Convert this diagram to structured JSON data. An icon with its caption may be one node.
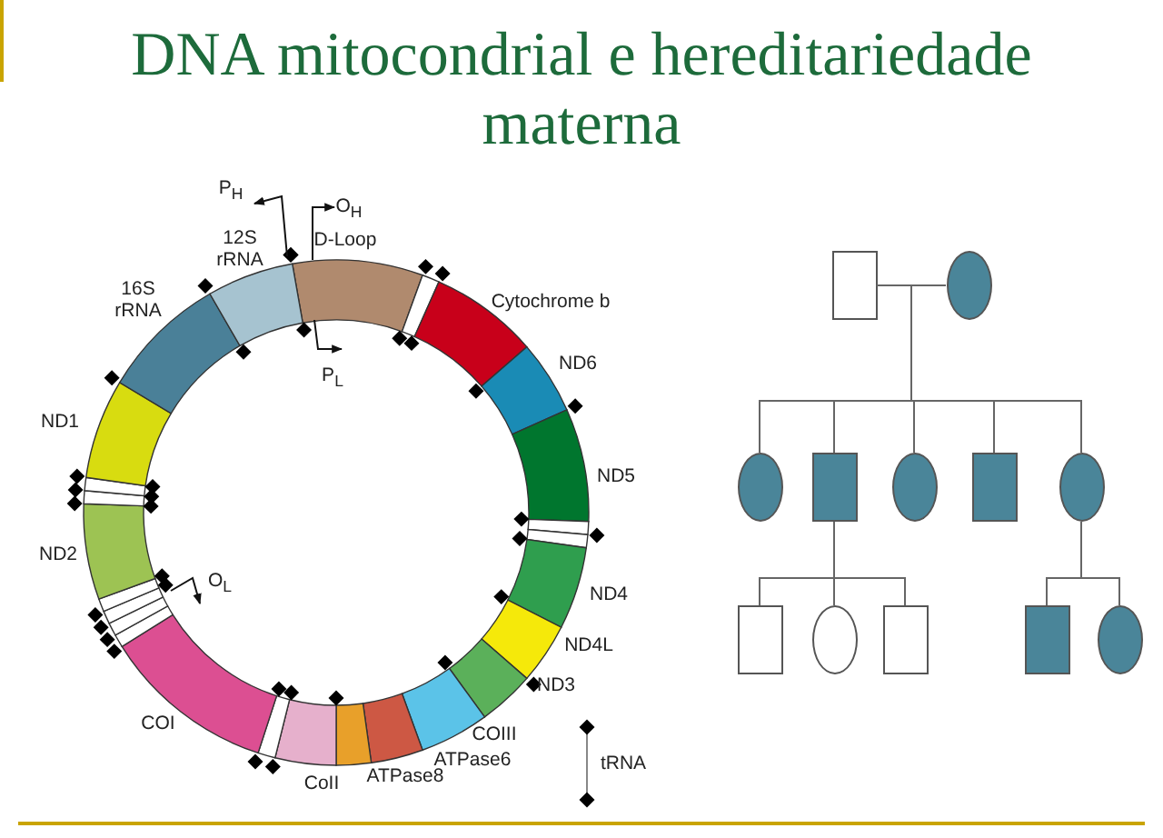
{
  "diagram": {
    "title": "DNA mitocondrial e hereditariedade materna",
    "nodes": [
      {
        "text": [],
        "shape": "box"
      },
      {
        "text": [],
        "shape": "circle"
      },
      {
        "text": [],
        "shape": "circle"
      },
      {
        "text": [],
        "shape": "box"
      },
      {
        "text": [],
        "shape": "circle"
      },
      {
        "text": [],
        "shape": "box"
      },
      {
        "text": [],
        "shape": "circle"
      },
      {
        "text": [],
        "shape": "box"
      },
      {
        "text": [],
        "shape": "circle"
      },
      {
        "text": [],
        "shape": "box"
      },
      {
        "text": [],
        "shape": "box"
      },
      {
        "text": [],
        "shape": "circle"
      }
    ],
    "edges": [
      {
        "from": 0,
        "to": 1,
        "arrow": "none"
      },
      {
        "from": 0,
        "to": 2,
        "arrow": "none"
      },
      {
        "from": 1,
        "to": 2,
        "arrow": "none"
      },
      {
        "from": 0,
        "to": 3,
        "arrow": "none"
      },
      {
        "from": 1,
        "to": 3,
        "arrow": "none"
      },
      {
        "from": 0,
        "to": 4,
        "arrow": "none"
      },
      {
        "from": 1,
        "to": 4,
        "arrow": "none"
      },
      {
        "from": 0,
        "to": 5,
        "arrow": "none"
      },
      {
        "from": 1,
        "to": 5,
        "arrow": "none"
      },
      {
        "from": 0,
        "to": 6,
        "arrow": "none"
      },
      {
        "from": 1,
        "to": 6,
        "arrow": "none"
      },
      {
        "from": 3,
        "to": 7,
        "arrow": "none"
      },
      {
        "from": 3,
        "to": 8,
        "arrow": "none"
      },
      {
        "from": 3,
        "to": 9,
        "arrow": "none"
      },
      {
        "from": 6,
        "to": 10,
        "arrow": "none"
      },
      {
        "from": 6,
        "to": 11,
        "arrow": "none"
      }
    ],
    "labels": [
      "P$_{H}$",
      "O$_{H}$",
      "12S rRNA",
      "D-Loop",
      "16S rRNA",
      "Cytochrome b",
      "P$_{L}$",
      "ND6",
      "ND1",
      "ND5",
      "ND2",
      "O$_{L}$",
      "ND4",
      "ND4L",
      "ND3",
      "COI",
      "COIII",
      "ATPase6",
      "CoII",
      "ATPase8"
    ],
    "legend": [
      {
        "text": "tRNA"
      }
    ]
  }
}
